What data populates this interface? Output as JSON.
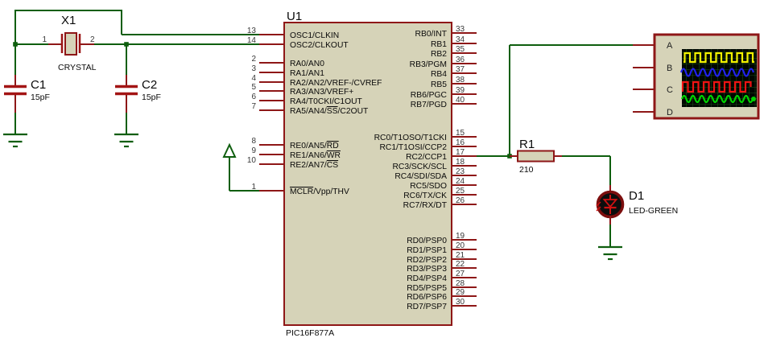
{
  "palette": {
    "wire_green": "#0e5e0e",
    "component_red": "#8e1717",
    "body_beige": "#d6d3b8",
    "screen_black": "#000600",
    "screen_grid_green": "#1d551d"
  },
  "crystal": {
    "ref": "X1",
    "name": "CRYSTAL",
    "pin1": "1",
    "pin2": "2"
  },
  "cap1": {
    "ref": "C1",
    "value": "15pF"
  },
  "cap2": {
    "ref": "C2",
    "value": "15pF"
  },
  "mcu": {
    "ref": "U1",
    "part": "PIC16F877A",
    "left_pins": [
      {
        "num": "13",
        "name": "OSC1/CLKIN"
      },
      {
        "num": "14",
        "name": "OSC2/CLKOUT"
      },
      {
        "num": "2",
        "name": "RA0/AN0"
      },
      {
        "num": "3",
        "name": "RA1/AN1"
      },
      {
        "num": "4",
        "name": "RA2/AN2/VREF-/CVREF"
      },
      {
        "num": "5",
        "name": "RA3/AN3/VREF+"
      },
      {
        "num": "6",
        "name": "RA4/T0CKI/C1OUT"
      },
      {
        "num": "7",
        "name": "RA5/AN4/{SS}/C2OUT"
      },
      {
        "num": "8",
        "name": "RE0/AN5/{RD}"
      },
      {
        "num": "9",
        "name": "RE1/AN6/{WR}"
      },
      {
        "num": "10",
        "name": "RE2/AN7/{CS}"
      },
      {
        "num": "1",
        "name": "{MCLR}/Vpp/THV"
      }
    ],
    "right_pins": [
      {
        "num": "33",
        "name": "RB0/INT"
      },
      {
        "num": "34",
        "name": "RB1"
      },
      {
        "num": "35",
        "name": "RB2"
      },
      {
        "num": "36",
        "name": "RB3/PGM"
      },
      {
        "num": "37",
        "name": "RB4"
      },
      {
        "num": "38",
        "name": "RB5"
      },
      {
        "num": "39",
        "name": "RB6/PGC"
      },
      {
        "num": "40",
        "name": "RB7/PGD"
      },
      {
        "num": "15",
        "name": "RC0/T1OSO/T1CKI"
      },
      {
        "num": "16",
        "name": "RC1/T1OSI/CCP2"
      },
      {
        "num": "17",
        "name": "RC2/CCP1"
      },
      {
        "num": "18",
        "name": "RC3/SCK/SCL"
      },
      {
        "num": "23",
        "name": "RC4/SDI/SDA"
      },
      {
        "num": "24",
        "name": "RC5/SDO"
      },
      {
        "num": "25",
        "name": "RC6/TX/CK"
      },
      {
        "num": "26",
        "name": "RC7/RX/DT"
      },
      {
        "num": "19",
        "name": "RD0/PSP0"
      },
      {
        "num": "20",
        "name": "RD1/PSP1"
      },
      {
        "num": "21",
        "name": "RD2/PSP2"
      },
      {
        "num": "22",
        "name": "RD3/PSP3"
      },
      {
        "num": "27",
        "name": "RD4/PSP4"
      },
      {
        "num": "28",
        "name": "RD5/PSP5"
      },
      {
        "num": "29",
        "name": "RD6/PSP6"
      },
      {
        "num": "30",
        "name": "RD7/PSP7"
      }
    ]
  },
  "resistor": {
    "ref": "R1",
    "value": "210"
  },
  "led": {
    "ref": "D1",
    "value": "LED-GREEN"
  },
  "oscilloscope": {
    "channels": [
      "A",
      "B",
      "C",
      "D"
    ],
    "traces": [
      {
        "channel": "A",
        "shape": "square",
        "color": "#f2f200"
      },
      {
        "channel": "B",
        "shape": "sine",
        "color": "#2121ee"
      },
      {
        "channel": "C",
        "shape": "square",
        "color": "#f01313"
      },
      {
        "channel": "D",
        "shape": "sine",
        "color": "#00d400"
      }
    ]
  }
}
